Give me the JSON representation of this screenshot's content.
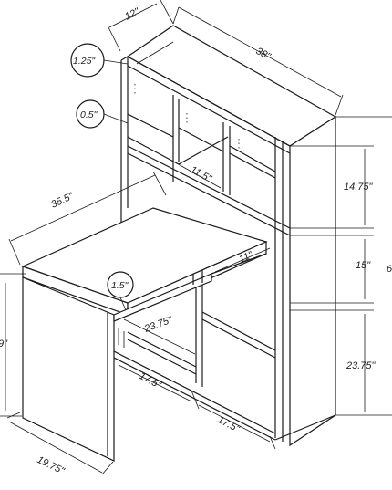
{
  "dimensions": {
    "depth_top": "12\"",
    "width_top": "38\"",
    "shelf_thickness": "1.25\"",
    "board_thickness": "0.5\"",
    "inner_cubby_width": "11.5\"",
    "desk_length": "35.5\"",
    "upper_cubby_height": "14.75\"",
    "middle_gap_height": "15\"",
    "keyboard_depth": "11\"",
    "overall_height_partial": "6",
    "desk_top_thickness": "1.5\"",
    "lower_compartment_width": "23.75\"",
    "lower_cubby_height": "23.75\"",
    "lower_bay_width_a": "17.5\"",
    "lower_bay_width_b": "17.5\"",
    "desk_depth": "19.75\"",
    "desk_height_partial": "9\""
  }
}
